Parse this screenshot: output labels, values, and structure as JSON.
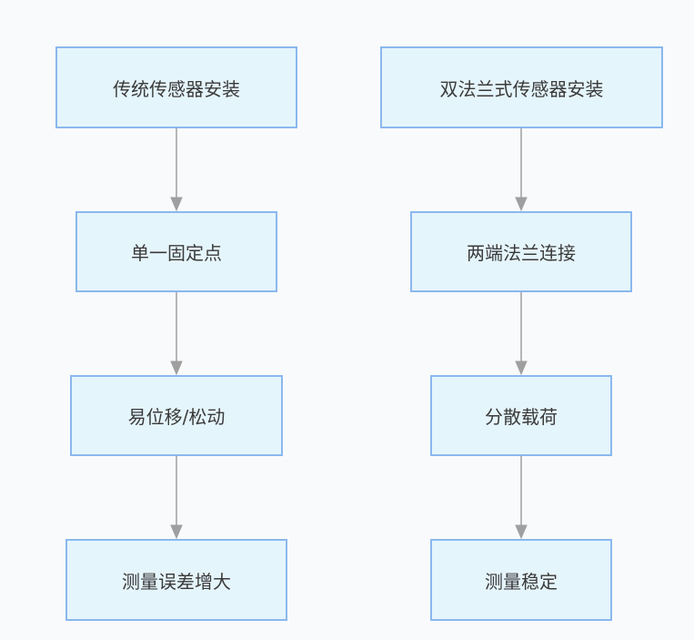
{
  "flowchart": {
    "left_column": {
      "nodes": [
        {
          "label": "传统传感器安装"
        },
        {
          "label": "单一固定点"
        },
        {
          "label": "易位移/松动"
        },
        {
          "label": "测量误差增大"
        }
      ]
    },
    "right_column": {
      "nodes": [
        {
          "label": "双法兰式传感器安装"
        },
        {
          "label": "两端法兰连接"
        },
        {
          "label": "分散载荷"
        },
        {
          "label": "测量稳定"
        }
      ]
    },
    "colors": {
      "node_fill": "#e5f5fc",
      "node_border": "#8ab8ee",
      "arrow": "#9f9f9f",
      "text": "#3a3a3a",
      "background": "#f9fafc"
    }
  }
}
